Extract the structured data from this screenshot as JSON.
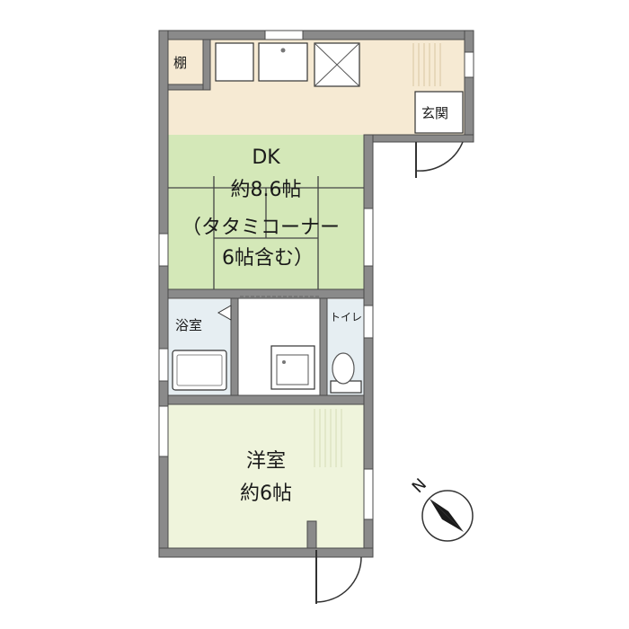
{
  "rooms": {
    "shelf": {
      "label": "棚"
    },
    "entrance": {
      "label": "玄関"
    },
    "dk": {
      "name": "DK",
      "size": "約8.6帖",
      "note_line1": "（タタミコーナー",
      "note_line2": "6帖含む）"
    },
    "bath": {
      "label": "浴室"
    },
    "toilet": {
      "label": "トイレ"
    },
    "western": {
      "name": "洋室",
      "size": "約6帖"
    }
  },
  "compass": {
    "label": "N",
    "icon": "compass-north-icon"
  },
  "colors": {
    "wall": "#8a8a8a",
    "wall_edge": "#4a4a4a",
    "corridor": "#f6ead3",
    "dk_floor": "#d4e8b8",
    "western_floor": "#eff4dc",
    "wet_area": "#e6eef2",
    "fixture": "#ffffff",
    "line": "#333333"
  }
}
